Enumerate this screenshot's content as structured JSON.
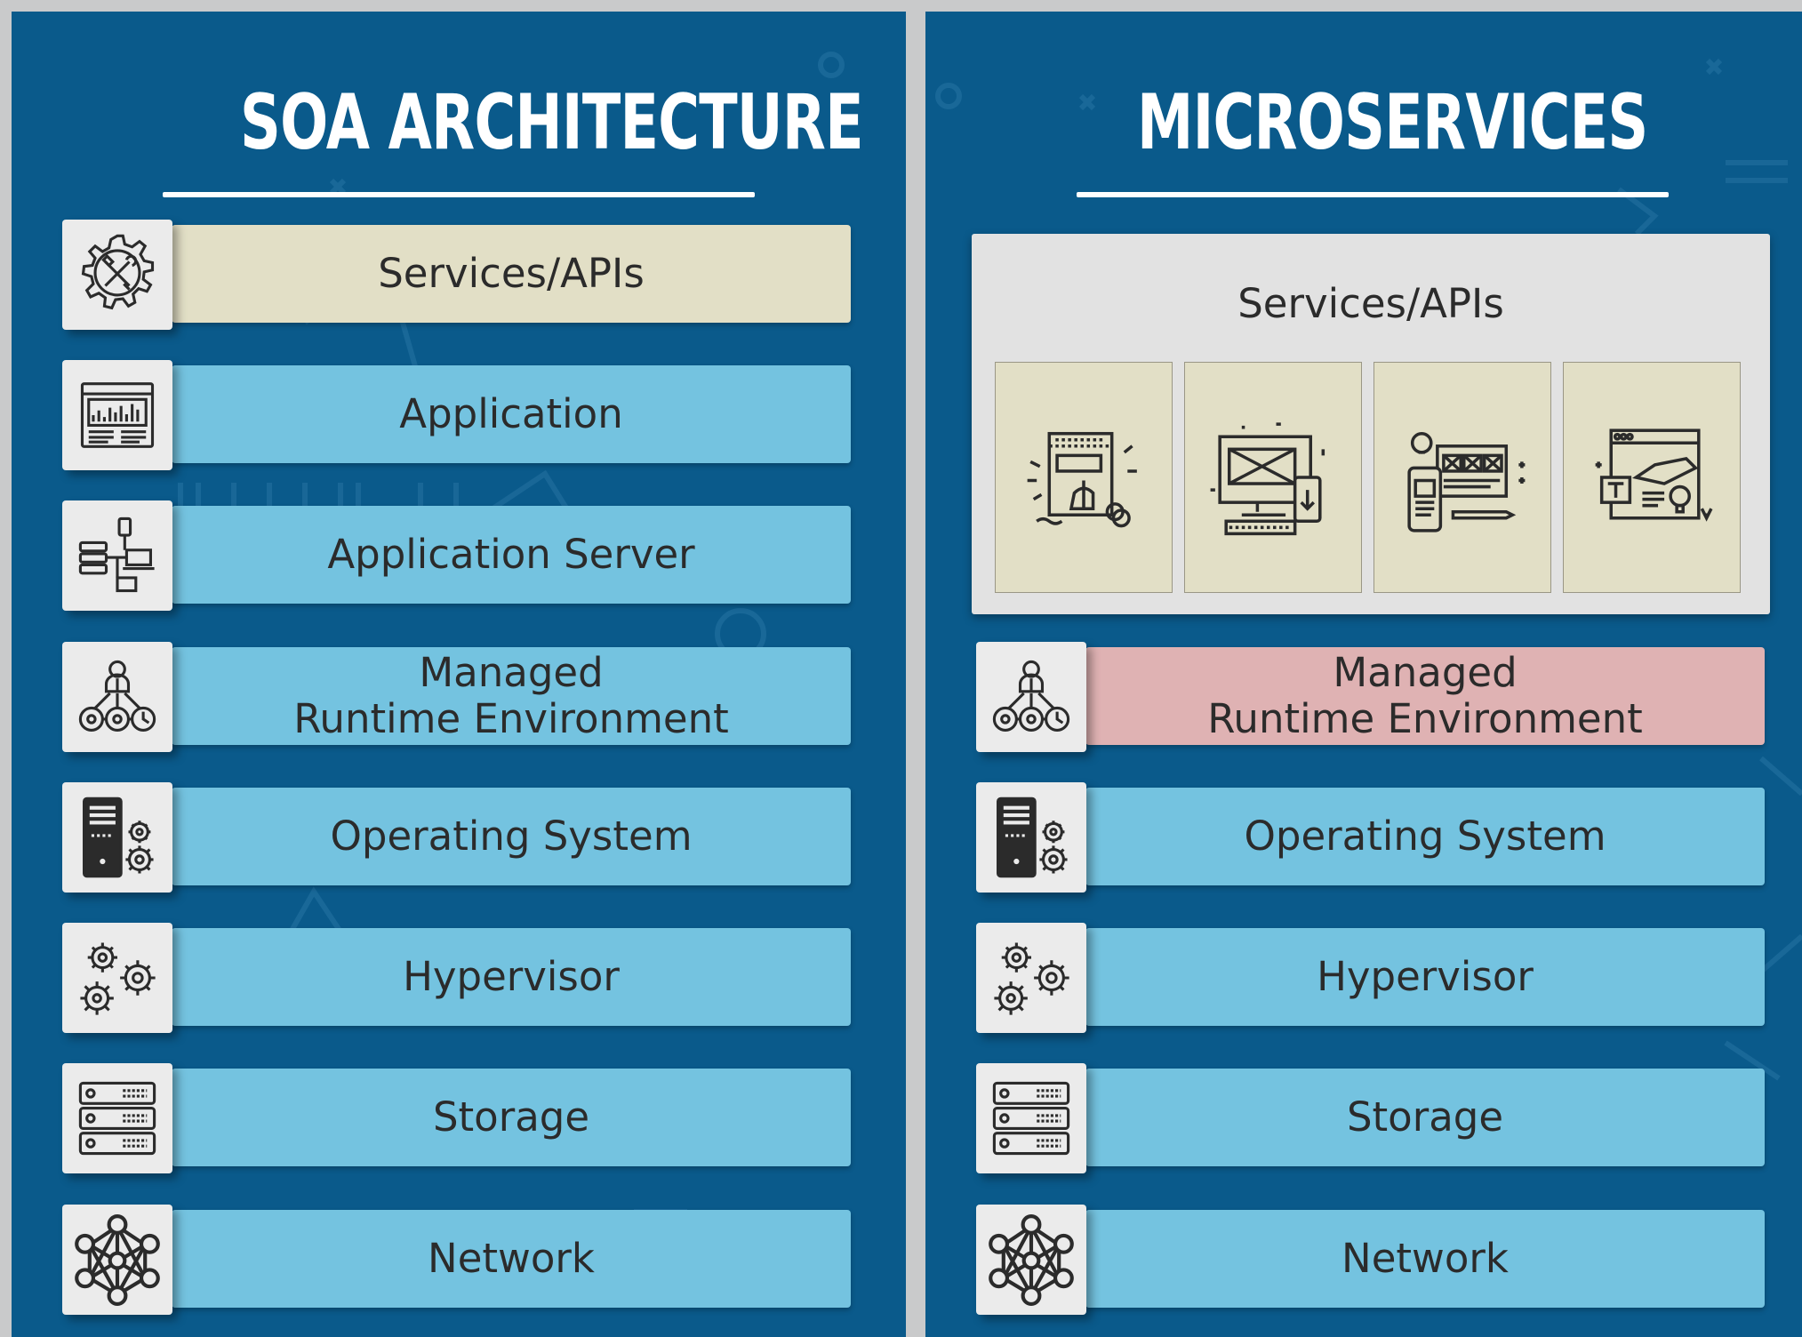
{
  "left": {
    "title": "SOA ARCHITECTURE",
    "layers": [
      {
        "label": "Services/APIs",
        "icon": "tools-gear-icon",
        "kind": "api"
      },
      {
        "label": "Application",
        "icon": "dashboard-window-icon",
        "kind": "normal"
      },
      {
        "label": "Application Server",
        "icon": "server-network-icon",
        "kind": "normal"
      },
      {
        "label_line1": "Managed",
        "label_line2": "Runtime Environment",
        "icon": "people-network-icon",
        "kind": "normal"
      },
      {
        "label": "Operating System",
        "icon": "computer-tower-gear-icon",
        "kind": "normal"
      },
      {
        "label": "Hypervisor",
        "icon": "gears-icon",
        "kind": "normal"
      },
      {
        "label": "Storage",
        "icon": "storage-rack-icon",
        "kind": "normal"
      },
      {
        "label": "Network",
        "icon": "network-mesh-icon",
        "kind": "normal"
      }
    ]
  },
  "right": {
    "title": "MICROSERVICES",
    "services_group": {
      "label": "Services/APIs",
      "cards": [
        "advertising-touch-icon",
        "desktop-mobile-wireframe-icon",
        "web-mobile-design-icon",
        "design-tools-icon"
      ]
    },
    "layers": [
      {
        "label_line1": "Managed",
        "label_line2": "Runtime Environment",
        "icon": "people-network-icon",
        "kind": "pink"
      },
      {
        "label": "Operating System",
        "icon": "computer-tower-gear-icon",
        "kind": "normal"
      },
      {
        "label": "Hypervisor",
        "icon": "gears-icon",
        "kind": "normal"
      },
      {
        "label": "Storage",
        "icon": "storage-rack-icon",
        "kind": "normal"
      },
      {
        "label": "Network",
        "icon": "network-mesh-icon",
        "kind": "normal"
      }
    ]
  },
  "colors": {
    "panel_bg": "#0a5a8b",
    "layer_blue": "#74c3e0",
    "layer_api": "#e2dfc6",
    "layer_pink": "#dfb2b3",
    "icon_bg": "#ebebeb",
    "text": "#2b2b2b"
  }
}
